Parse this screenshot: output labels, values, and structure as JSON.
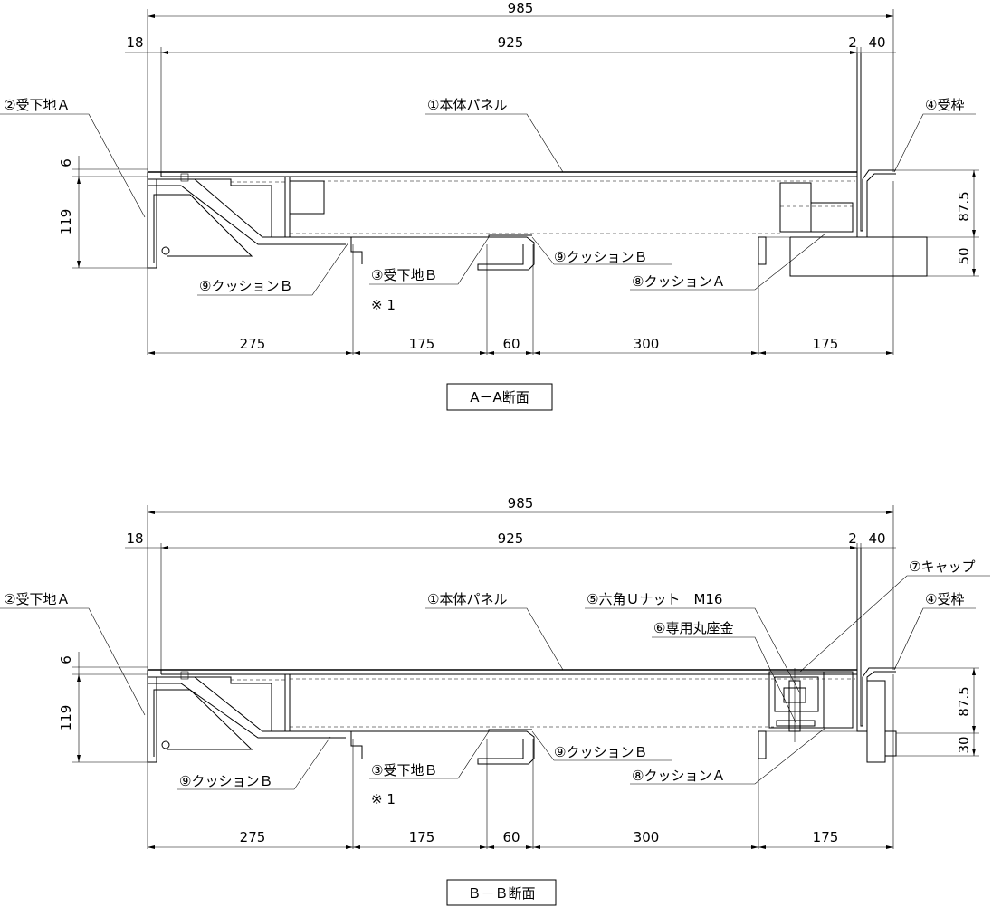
{
  "sectionA": {
    "title": "A－A断面",
    "dims": {
      "overall": "985",
      "left": "18",
      "inner": "925",
      "gap": "2",
      "right": "40",
      "top_thick": "6",
      "left_height": "119",
      "right_upper": "87.5",
      "right_lower": "50",
      "b1": "275",
      "b2": "175",
      "b3": "60",
      "b4": "300",
      "b5": "175"
    },
    "labels": {
      "base_a": "②受下地Ａ",
      "panel": "①本体パネル",
      "frame": "④受枠",
      "cushion_b_left": "⑨クッションＢ",
      "base_b": "③受下地Ｂ",
      "note": "※ 1",
      "cushion_b_mid": "⑨クッションＢ",
      "cushion_a": "⑧クッションＡ"
    }
  },
  "sectionB": {
    "title": "Ｂ－Ｂ断面",
    "dims": {
      "overall": "985",
      "left": "18",
      "inner": "925",
      "gap": "2",
      "right": "40",
      "top_thick": "6",
      "left_height": "119",
      "right_upper": "87.5",
      "right_lower": "30",
      "b1": "275",
      "b2": "175",
      "b3": "60",
      "b4": "300",
      "b5": "175"
    },
    "labels": {
      "base_a": "②受下地Ａ",
      "panel": "①本体パネル",
      "cap": "⑦キャップ",
      "nut": "⑤六角Ｕナット　M16",
      "washer": "⑥専用丸座金",
      "frame": "④受枠",
      "cushion_b_left": "⑨クッションＢ",
      "base_b": "③受下地Ｂ",
      "note": "※ 1",
      "cushion_b_mid": "⑨クッションＢ",
      "cushion_a": "⑧クッションＡ"
    }
  }
}
